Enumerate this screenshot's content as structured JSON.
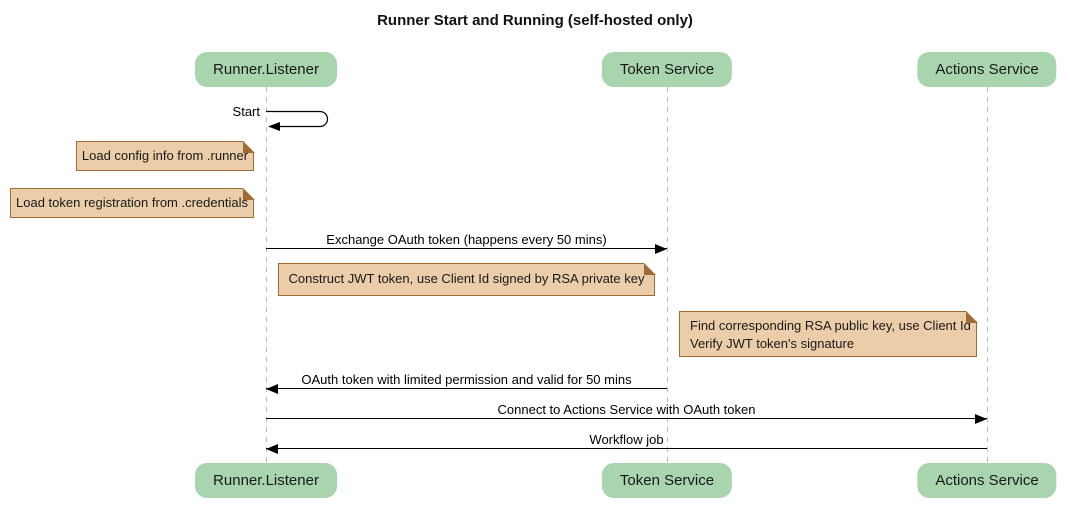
{
  "title": "Runner Start and Running (self-hosted only)",
  "participants": [
    {
      "name": "Runner.Listener"
    },
    {
      "name": "Token Service"
    },
    {
      "name": "Actions Service"
    }
  ],
  "messages": [
    {
      "label": "Start",
      "from": "Runner.Listener",
      "to": "Runner.Listener",
      "kind": "self"
    },
    {
      "label": "Exchange OAuth token (happens every 50 mins)",
      "from": "Runner.Listener",
      "to": "Token Service",
      "kind": "arrow"
    },
    {
      "label": "OAuth token with limited permission and valid for 50 mins",
      "from": "Token Service",
      "to": "Runner.Listener",
      "kind": "arrow"
    },
    {
      "label": "Connect to Actions Service with OAuth token",
      "from": "Runner.Listener",
      "to": "Actions Service",
      "kind": "arrow"
    },
    {
      "label": "Workflow job",
      "from": "Actions Service",
      "to": "Runner.Listener",
      "kind": "arrow"
    }
  ],
  "notes": [
    {
      "text": "Load config info from .runner"
    },
    {
      "text": "Load token registration from .credentials"
    },
    {
      "text": "Construct JWT token, use Client Id signed by RSA private key"
    },
    {
      "lines": [
        "Find corresponding RSA public key, use Client Id",
        "Verify JWT token's signature"
      ]
    }
  ],
  "colors": {
    "background": "#ffffff",
    "participant_fill": "#a8d4ae",
    "participant_text": "#1a1a1a",
    "note_fill": "#ebcda9",
    "note_border": "#9e6b33",
    "lifeline": "#bbbbbb",
    "message_color": "#000000",
    "title_color": "#111111"
  }
}
